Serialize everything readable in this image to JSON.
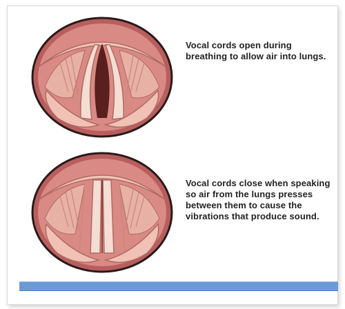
{
  "figure": {
    "caption_open": "Vocal cords open during breathing to allow air into lungs.",
    "caption_closed": "Vocal cords close when speaking so air from the lungs presses between them to cause the vibrations that produce sound.",
    "footer_text": ""
  },
  "colors": {
    "frame_border": "#d9d9d9",
    "tissue_outer": "#c66a6a",
    "tissue_inner": "#e9a7a0",
    "tissue_highlight": "#f6d2c8",
    "cord": "#f2dcd2",
    "airway": "#5a1f1f",
    "outline": "#2a1a1a",
    "band": "#6b9bd6"
  },
  "icons": [
    "vocal-cords-open-illustration",
    "vocal-cords-closed-illustration"
  ]
}
